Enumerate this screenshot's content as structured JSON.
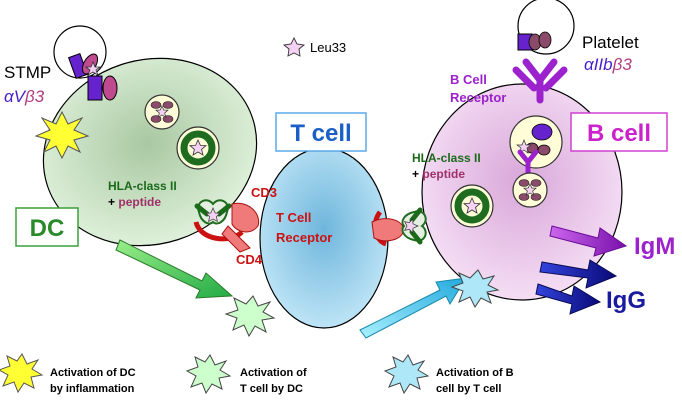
{
  "labels": {
    "stmp": "STMP",
    "alpha_v": "αV",
    "beta3_dc": "β3",
    "leu33": "Leu33",
    "platelet": "Platelet",
    "alpha_iib": "αIIb",
    "beta3_platelet": "β3",
    "bcr_line1": "B Cell",
    "bcr_line2": "Receptor",
    "t_cell": "T cell",
    "b_cell": "B cell",
    "dc": "DC",
    "hla_dc": "HLA-class II",
    "plus_dc": "+",
    "peptide_dc": "peptide",
    "hla_b": "HLA-class II",
    "plus_b": "+",
    "peptide_b": "peptide",
    "cd3": "CD3",
    "cd4": "CD4",
    "tcr_line1": "T Cell",
    "tcr_line2": "Receptor",
    "igm": "IgM",
    "igg": "IgG"
  },
  "legend": [
    {
      "line1": "Activation of DC",
      "line2": "by inflammation"
    },
    {
      "line1": "Activation of",
      "line2": "T cell by DC"
    },
    {
      "line1": "Activation of B",
      "line2": "cell by T cell"
    }
  ],
  "colors": {
    "dc_fill": "#d4ecd0",
    "t_fill": "#a8d8f0",
    "b_fill": "#f0cdf0",
    "dc_green": "#2a8a2a",
    "t_blue": "#1a5fc8",
    "b_magenta": "#cc22cc",
    "igm_purple": "#9b22cc",
    "igg_blue": "#1a1aa0",
    "red": "#cc1111",
    "dark_green": "#1a6a1a",
    "star_yellow": "#ffff33",
    "star_green": "#ccffcc",
    "star_blue": "#aee8f8"
  }
}
